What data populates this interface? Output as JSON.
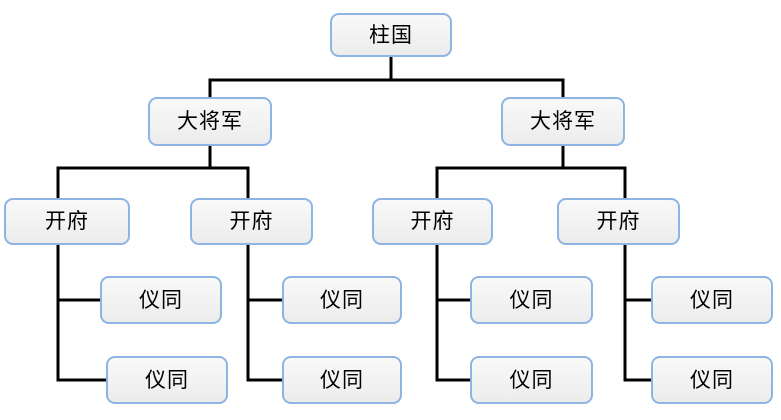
{
  "diagram": {
    "type": "org-chart-tree",
    "levels": 4,
    "node_count": 15
  },
  "colors": {
    "background": "#ffffff",
    "connector": "#000000",
    "node_border": "#8db4e2",
    "node_fill": "#f2f2f2",
    "node_text": "#000000"
  },
  "nodes": [
    {
      "id": "root",
      "label": "柱国",
      "level": 1,
      "parent": null
    },
    {
      "id": "general-1",
      "label": "大将军",
      "level": 2,
      "parent": "root"
    },
    {
      "id": "general-2",
      "label": "大将军",
      "level": 2,
      "parent": "root"
    },
    {
      "id": "kaifu-1",
      "label": "开府",
      "level": 3,
      "parent": "general-1"
    },
    {
      "id": "kaifu-2",
      "label": "开府",
      "level": 3,
      "parent": "general-1"
    },
    {
      "id": "kaifu-3",
      "label": "开府",
      "level": 3,
      "parent": "general-2"
    },
    {
      "id": "kaifu-4",
      "label": "开府",
      "level": 3,
      "parent": "general-2"
    },
    {
      "id": "yitong-1",
      "label": "仪同",
      "level": 4,
      "parent": "kaifu-1"
    },
    {
      "id": "yitong-2",
      "label": "仪同",
      "level": 4,
      "parent": "kaifu-1"
    },
    {
      "id": "yitong-3",
      "label": "仪同",
      "level": 4,
      "parent": "kaifu-2"
    },
    {
      "id": "yitong-4",
      "label": "仪同",
      "level": 4,
      "parent": "kaifu-2"
    },
    {
      "id": "yitong-5",
      "label": "仪同",
      "level": 4,
      "parent": "kaifu-3"
    },
    {
      "id": "yitong-6",
      "label": "仪同",
      "level": 4,
      "parent": "kaifu-3"
    },
    {
      "id": "yitong-7",
      "label": "仪同",
      "level": 4,
      "parent": "kaifu-4"
    },
    {
      "id": "yitong-8",
      "label": "仪同",
      "level": 4,
      "parent": "kaifu-4"
    }
  ]
}
